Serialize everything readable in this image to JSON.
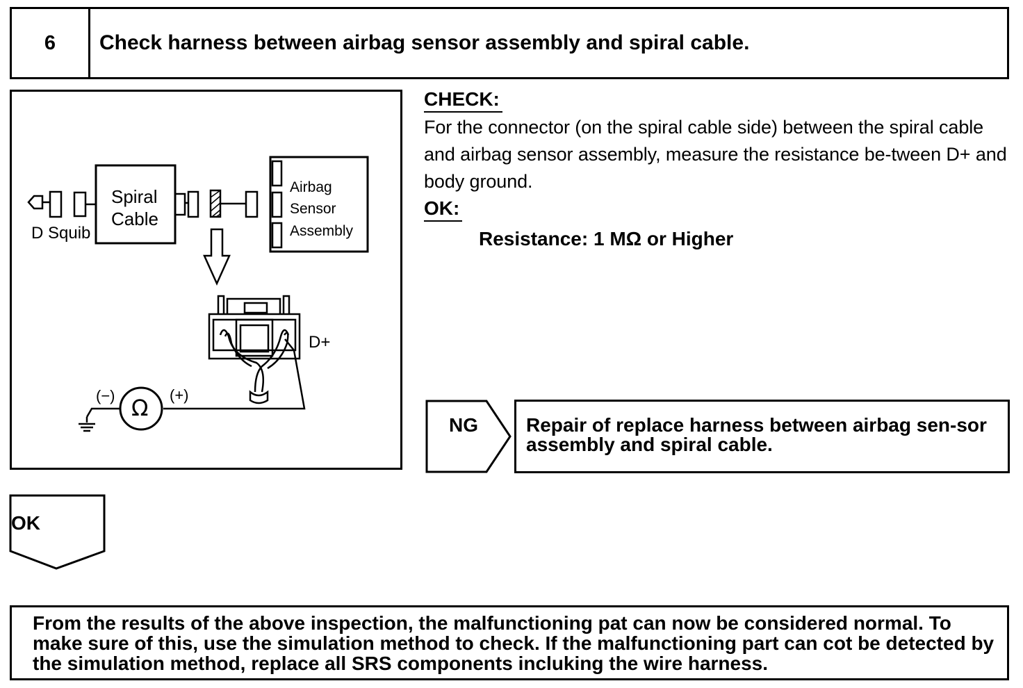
{
  "step": {
    "number": "6",
    "title": "Check harness between airbag sensor assembly and spiral cable."
  },
  "figure": {
    "labels": {
      "spiral_cable_line1": "Spiral",
      "spiral_cable_line2": "Cable",
      "d_squib": "D Squib",
      "airbag_line1": "Airbag",
      "airbag_line2": "Sensor",
      "airbag_line3": "Assembly",
      "d_plus": "D+",
      "minus": "(−)",
      "plus": "(+)",
      "ohm": "Ω"
    }
  },
  "check": {
    "heading": "CHECK:",
    "text": "For the connector (on the spiral cable side) between the spiral cable and airbag sensor assembly, measure the resistance be-tween D+ and body ground.",
    "ok_heading": "OK:",
    "spec": "Resistance: 1 MΩ or Higher"
  },
  "ng": {
    "label": "NG",
    "text": "Repair of replace harness between airbag sen-sor assembly and spiral cable."
  },
  "ok_branch": {
    "label": "OK"
  },
  "note": {
    "text": "From the results of the above inspection, the malfunctioning pat can now be considered normal. To make sure of this, use the simulation method to check. If the malfunctioning part can cot be detected by the simulation method, replace all SRS components incluking the wire harness."
  }
}
